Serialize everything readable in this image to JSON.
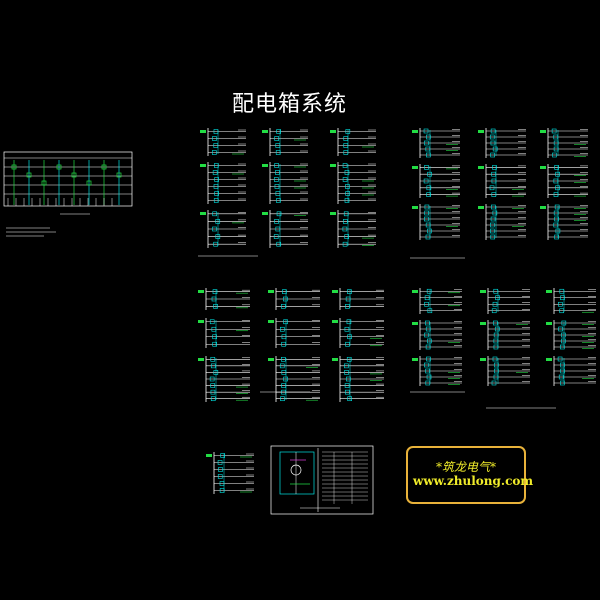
{
  "drawing": {
    "title": "配电箱系统",
    "background": "#000000",
    "colors": {
      "line": "#ffffff",
      "accent_cyan": "#00e5e5",
      "accent_green": "#22dd44",
      "accent_magenta": "#e040e0",
      "logo_border": "#e8b23a",
      "logo_text": "#f0ec2a"
    }
  },
  "logo": {
    "line1": "*筑龙电气*",
    "line2": "www.zhulong.com"
  }
}
